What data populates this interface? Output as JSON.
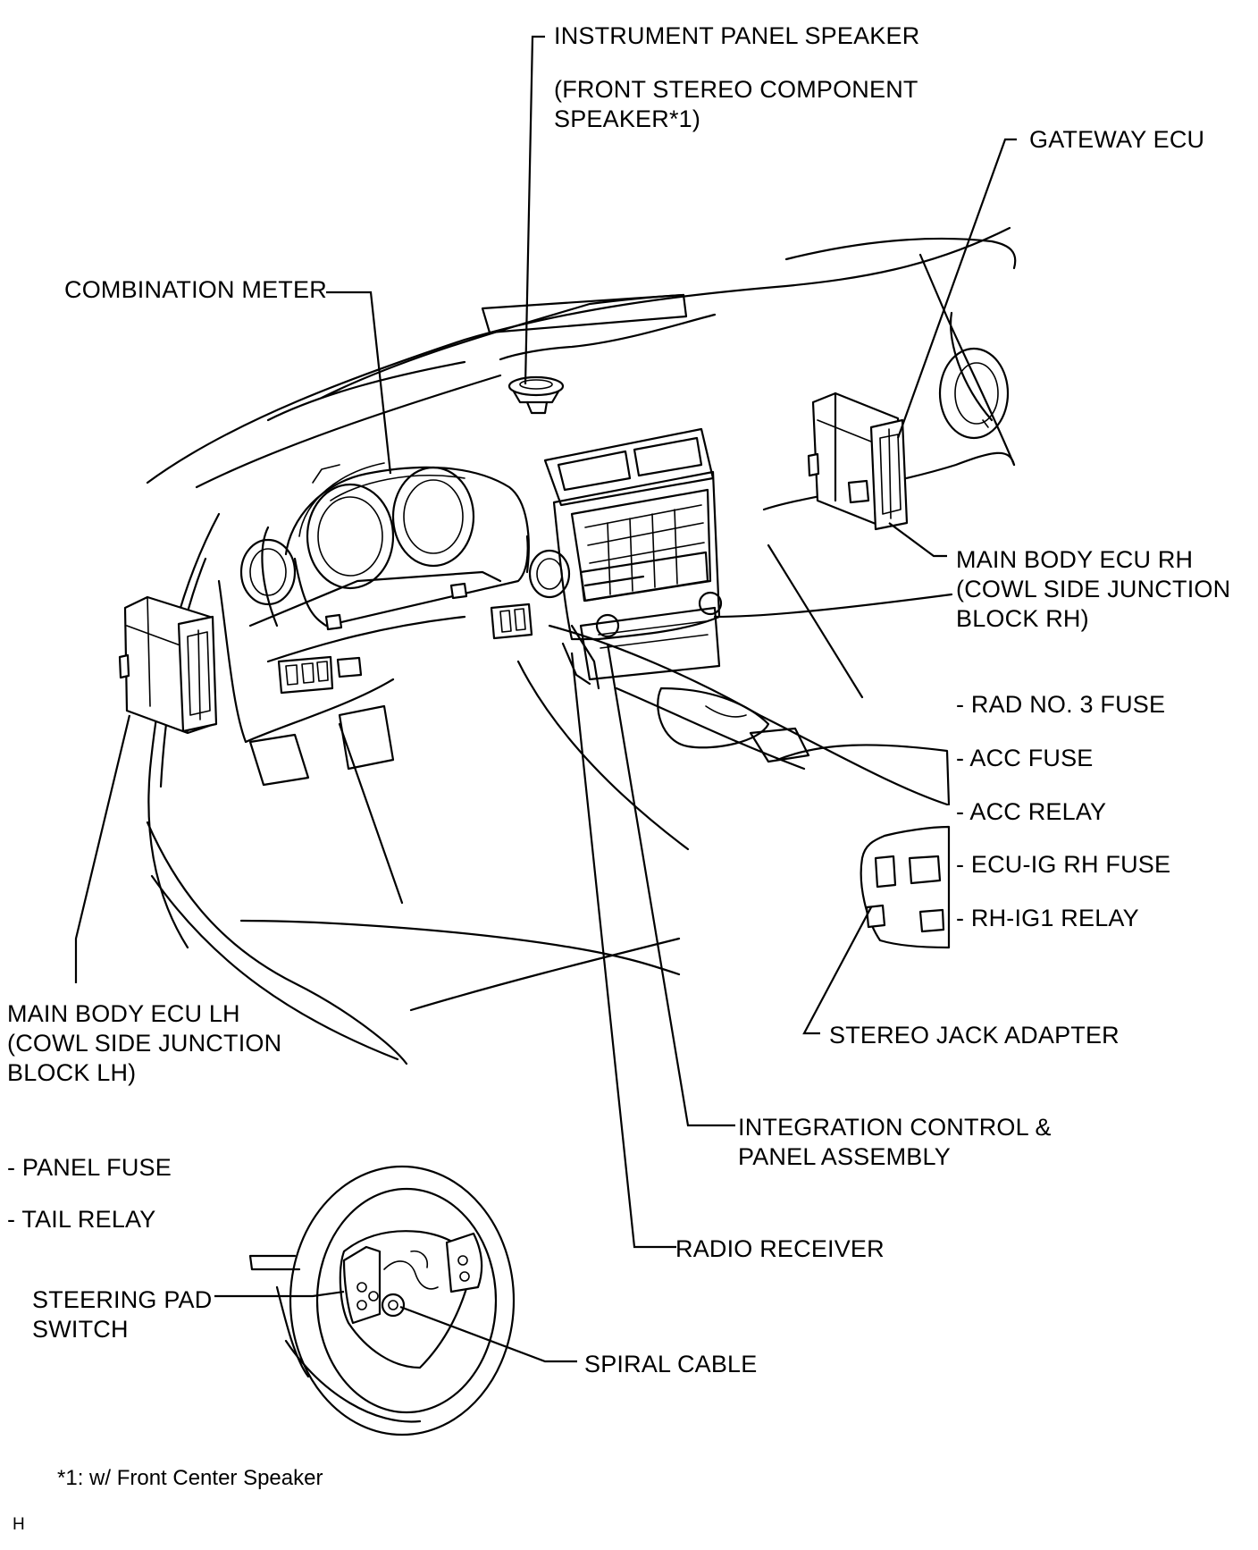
{
  "labels": {
    "instrument_panel_speaker": "INSTRUMENT PANEL SPEAKER",
    "front_stereo_line1": "(FRONT STEREO COMPONENT",
    "front_stereo_line2": "SPEAKER*1)",
    "gateway_ecu": "GATEWAY ECU",
    "combination_meter": "COMBINATION METER",
    "main_body_ecu_rh_line1": "MAIN BODY ECU RH",
    "main_body_ecu_rh_line2": "(COWL SIDE JUNCTION",
    "main_body_ecu_rh_line3": "BLOCK RH)",
    "rh_items": [
      "- RAD NO. 3 FUSE",
      "- ACC FUSE",
      "- ACC RELAY",
      "- ECU-IG RH FUSE",
      "- RH-IG1 RELAY"
    ],
    "stereo_jack_adapter": "STEREO JACK ADAPTER",
    "main_body_ecu_lh_line1": "MAIN BODY ECU LH",
    "main_body_ecu_lh_line2": "(COWL SIDE JUNCTION",
    "main_body_ecu_lh_line3": "BLOCK LH)",
    "integration_control_line1": "INTEGRATION CONTROL &",
    "integration_control_line2": "PANEL ASSEMBLY",
    "lh_items": [
      "- PANEL FUSE",
      "- TAIL RELAY"
    ],
    "radio_receiver": "RADIO RECEIVER",
    "steering_pad_line1": "STEERING PAD",
    "steering_pad_line2": "SWITCH",
    "spiral_cable": "SPIRAL CABLE"
  },
  "footnote": "*1: w/ Front Center Speaker",
  "figure_code": "H"
}
